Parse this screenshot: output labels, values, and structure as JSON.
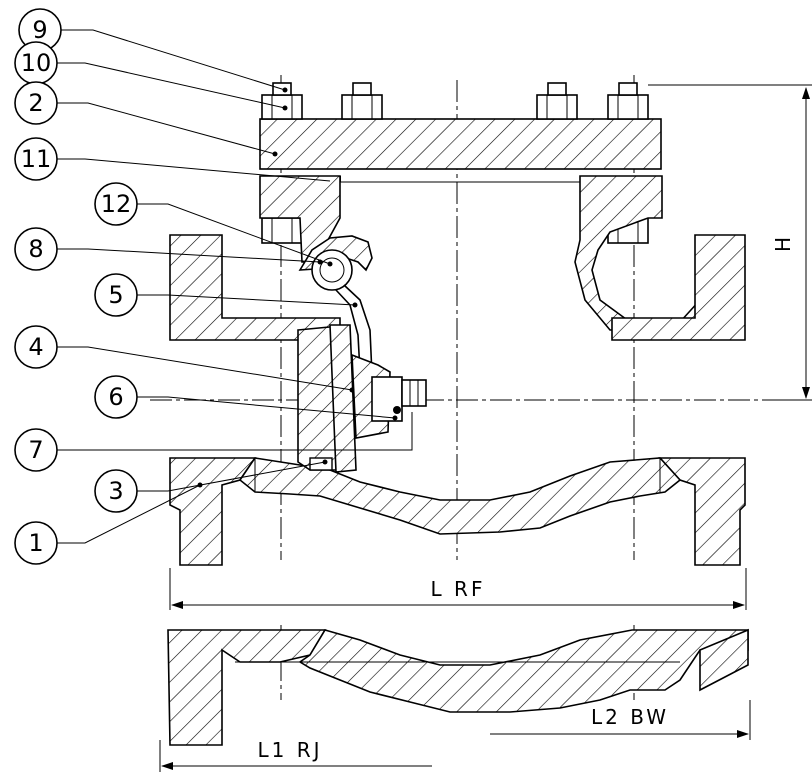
{
  "balloons": [
    "9",
    "10",
    "2",
    "11",
    "12",
    "8",
    "5",
    "4",
    "6",
    "7",
    "3",
    "1"
  ],
  "dimensions": {
    "l_rf": "L RF",
    "l1_rj": "L1 RJ",
    "l2_bw": "L2 BW",
    "h": "H"
  }
}
